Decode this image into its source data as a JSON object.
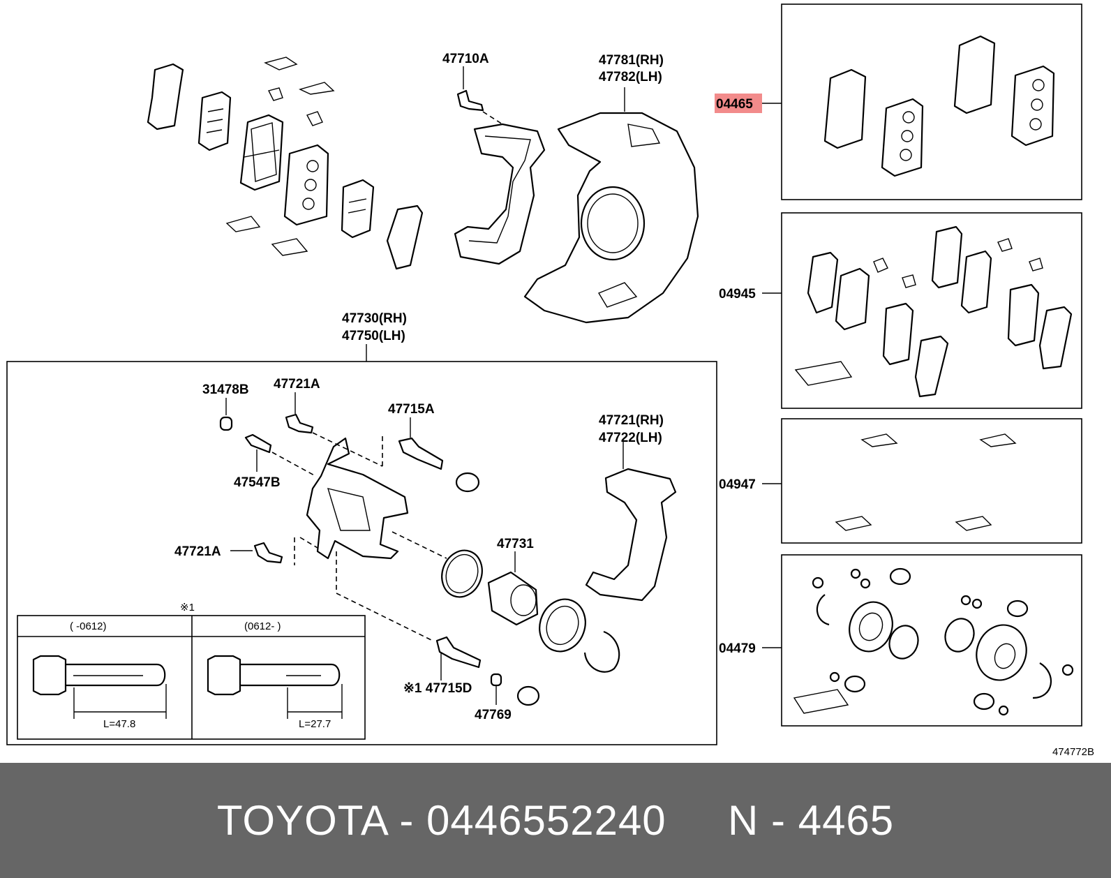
{
  "diagram_ref": "474772B",
  "labels": {
    "l47710A": "47710A",
    "l47781": "47781(RH)",
    "l47782": "47782(LH)",
    "l47730": "47730(RH)",
    "l47750": "47750(LH)",
    "l31478B": "31478B",
    "l47721A_top": "47721A",
    "l47715A": "47715A",
    "l47547B": "47547B",
    "l47721": "47721(RH)",
    "l47722": "47722(LH)",
    "l47721A_left": "47721A",
    "l47731": "47731",
    "l47715D": "※1 47715D",
    "l47769": "47769",
    "note_mark": "※1",
    "col1_header": "(      -0612)",
    "col2_header": "(0612-       )",
    "col1_length": "L=47.8",
    "col2_length": "L=27.7"
  },
  "kits": [
    {
      "code": "04465",
      "highlighted": true
    },
    {
      "code": "04945",
      "highlighted": false
    },
    {
      "code": "04947",
      "highlighted": false
    },
    {
      "code": "04479",
      "highlighted": false
    }
  ],
  "highlight_color": "#f28b8b",
  "footer": {
    "brand": "TOYOTA",
    "part_number": "0446552240",
    "short_code": "N - 4465",
    "separator": " - "
  }
}
